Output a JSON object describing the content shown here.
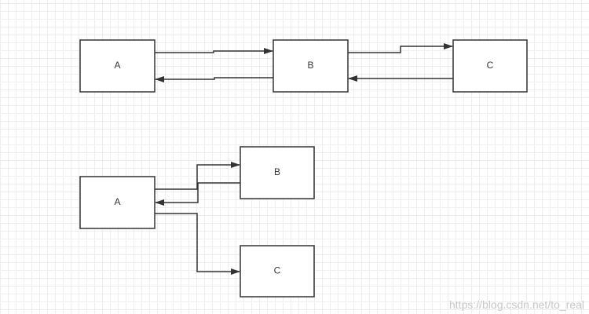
{
  "top_diagram": {
    "node_a_label": "A",
    "node_b_label": "B",
    "node_c_label": "C"
  },
  "bottom_diagram": {
    "node_a_label": "A",
    "node_b_label": "B",
    "node_c_label": "C"
  },
  "watermark": "https://blog.csdn.net/to_real",
  "colors": {
    "stroke": "#333333",
    "grid": "#eeeeee",
    "watermark": "#c8c8c8"
  }
}
